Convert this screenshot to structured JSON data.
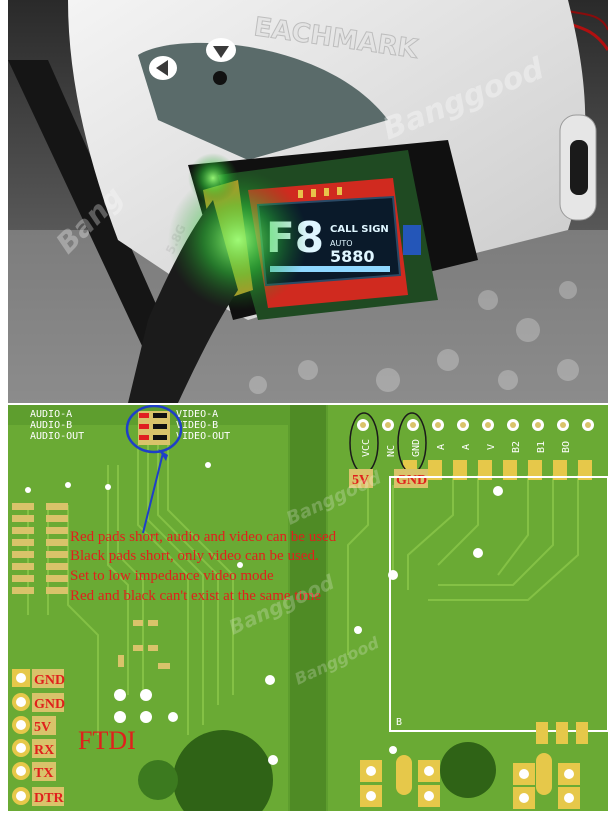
{
  "photo": {
    "brand_text": "EACHMARK",
    "oled": {
      "channel": "F8",
      "label": "CALL SIGN",
      "mode": "AUTO",
      "frequency": "5880"
    },
    "connector_text": "5.8G",
    "watermark_photo": "Banggood",
    "watermark_left": "Bang"
  },
  "pcb": {
    "audio_labels": [
      "AUDIO-A",
      "AUDIO-B",
      "AUDIO-OUT"
    ],
    "video_labels": [
      "VIDEO-A",
      "VIDEO-B",
      "VIDEO-OUT"
    ],
    "pin_labels": [
      "VCC",
      "NC",
      "GND",
      "A",
      "A",
      "V",
      "B2",
      "B1",
      "BO"
    ],
    "tag_5v": "5V",
    "tag_gnd": "GND",
    "notes": [
      "Red pads short, audio and video can be used",
      "Black pads short, only video can be used.",
      "Set to low impedance video mode",
      "Red and black can't exist at the same time"
    ],
    "ftdi_pins": [
      "GND",
      "GND",
      "5V",
      "RX",
      "TX",
      "DTR"
    ],
    "ftdi_label": "FTDI",
    "box_label": "B",
    "watermark": "Banggood",
    "colors": {
      "pcb": "#5e9e2e",
      "trace": "#78b83c",
      "pad": "#d9c36a",
      "note": "#e0201c"
    }
  }
}
